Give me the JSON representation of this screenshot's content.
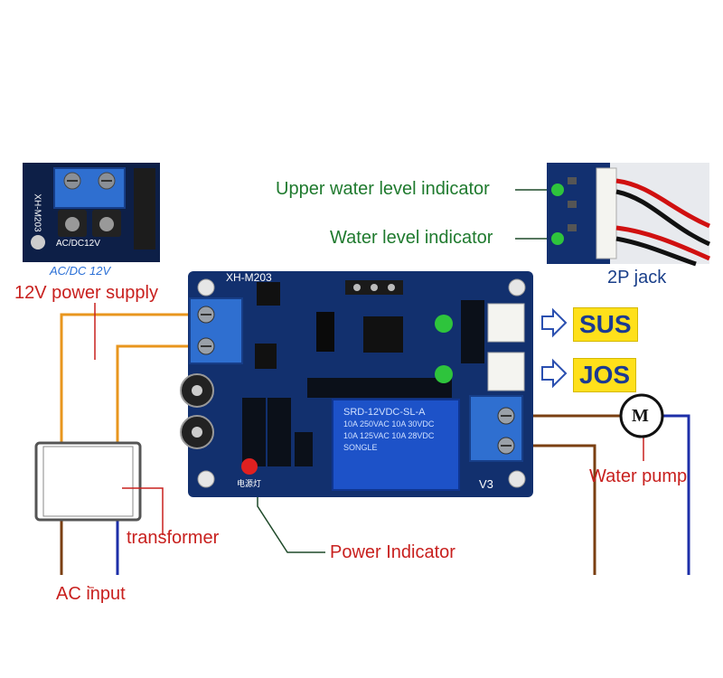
{
  "board": {
    "model": "XH-M203",
    "relay_text": [
      "SRD-12VDC-SL-A",
      "10A 250VAC  10A 30VDC",
      "10A 125VAC  10A 28VDC",
      "SONGLE"
    ],
    "power_led_label": "电源灯",
    "side_label": "V3"
  },
  "inset_terminal": {
    "caption": "AC/DC 12V",
    "silk": "AC/DC12V",
    "side": "XH-M203"
  },
  "labels": {
    "power_supply": "12V power supply",
    "upper_level": "Upper water level indicator",
    "water_level": "Water level indicator",
    "jack": "2P jack",
    "sus": "SUS",
    "jos": "JOS",
    "motor": "M",
    "water_pump": "Water pump",
    "transformer": "transformer",
    "ac_input": "AC input",
    "power_indicator": "Power Indicator"
  },
  "colors": {
    "board": "#12306e",
    "terminal": "#2f6fd0",
    "relay": "#1d52c8",
    "wire_orange": "#e8961e",
    "wire_brown": "#7a3f12",
    "wire_blue": "#1d2fa8",
    "led_green": "#2ec43c",
    "led_red": "#e02020"
  }
}
